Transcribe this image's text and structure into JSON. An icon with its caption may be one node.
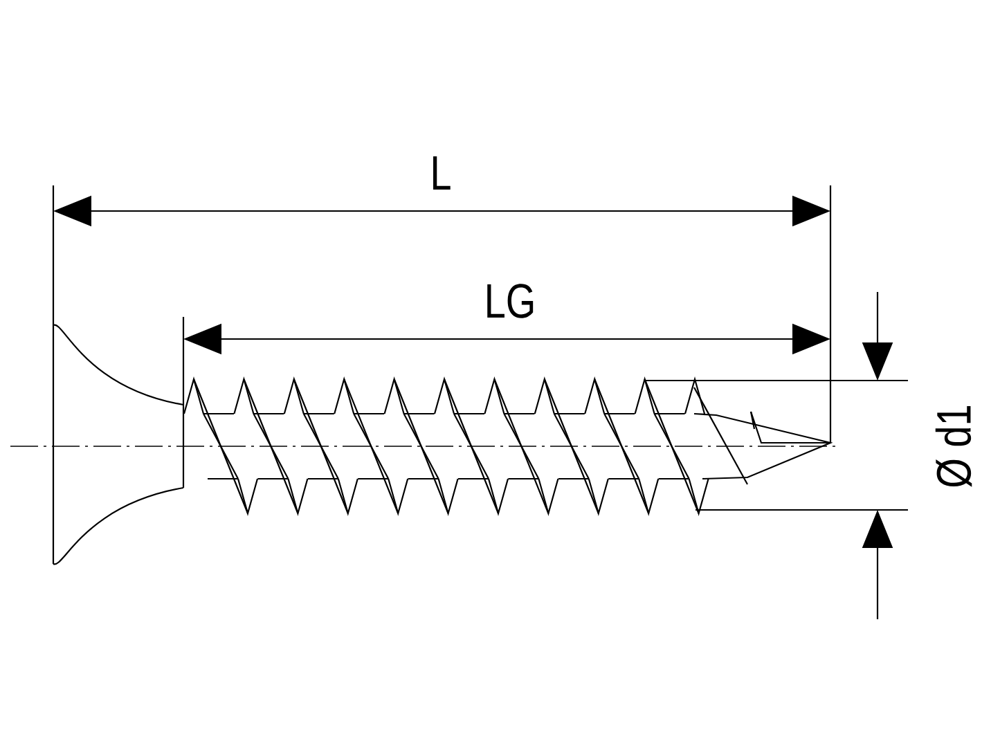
{
  "diagram": {
    "labels": [
      "L",
      "LG",
      "Ø d1"
    ]
  }
}
